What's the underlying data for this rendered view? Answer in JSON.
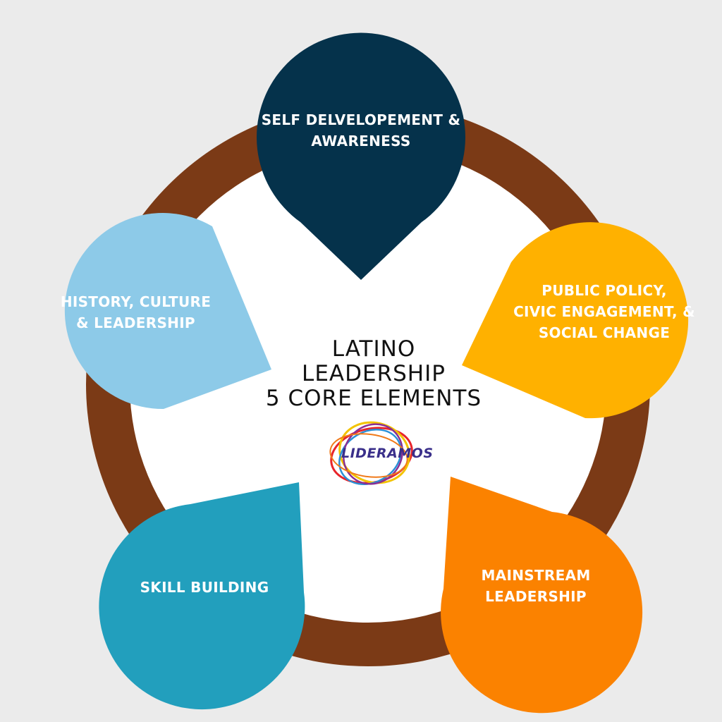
{
  "colors": {
    "background": "#ebebeb",
    "ring": "#7b3a16",
    "inner": "#ffffff",
    "self_development": "#05324b",
    "public_policy": "#ffb100",
    "mainstream": "#fb8200",
    "skill_building": "#229fbd",
    "history": "#8dcae8"
  },
  "center": {
    "title": "LATINO\nLEADERSHIP\n5 CORE ELEMENTS"
  },
  "logo": {
    "text": "LIDERAMOS"
  },
  "elements": {
    "self_development": "SELF DELVELOPEMENT &\nAWARENESS",
    "public_policy": "PUBLIC POLICY,\nCIVIC ENGAGEMENT, &\nSOCIAL CHANGE",
    "mainstream": "MAINSTREAM\nLEADERSHIP",
    "skill_building": "SKILL BUILDING",
    "history": "HISTORY, CULTURE\n& LEADERSHIP"
  }
}
